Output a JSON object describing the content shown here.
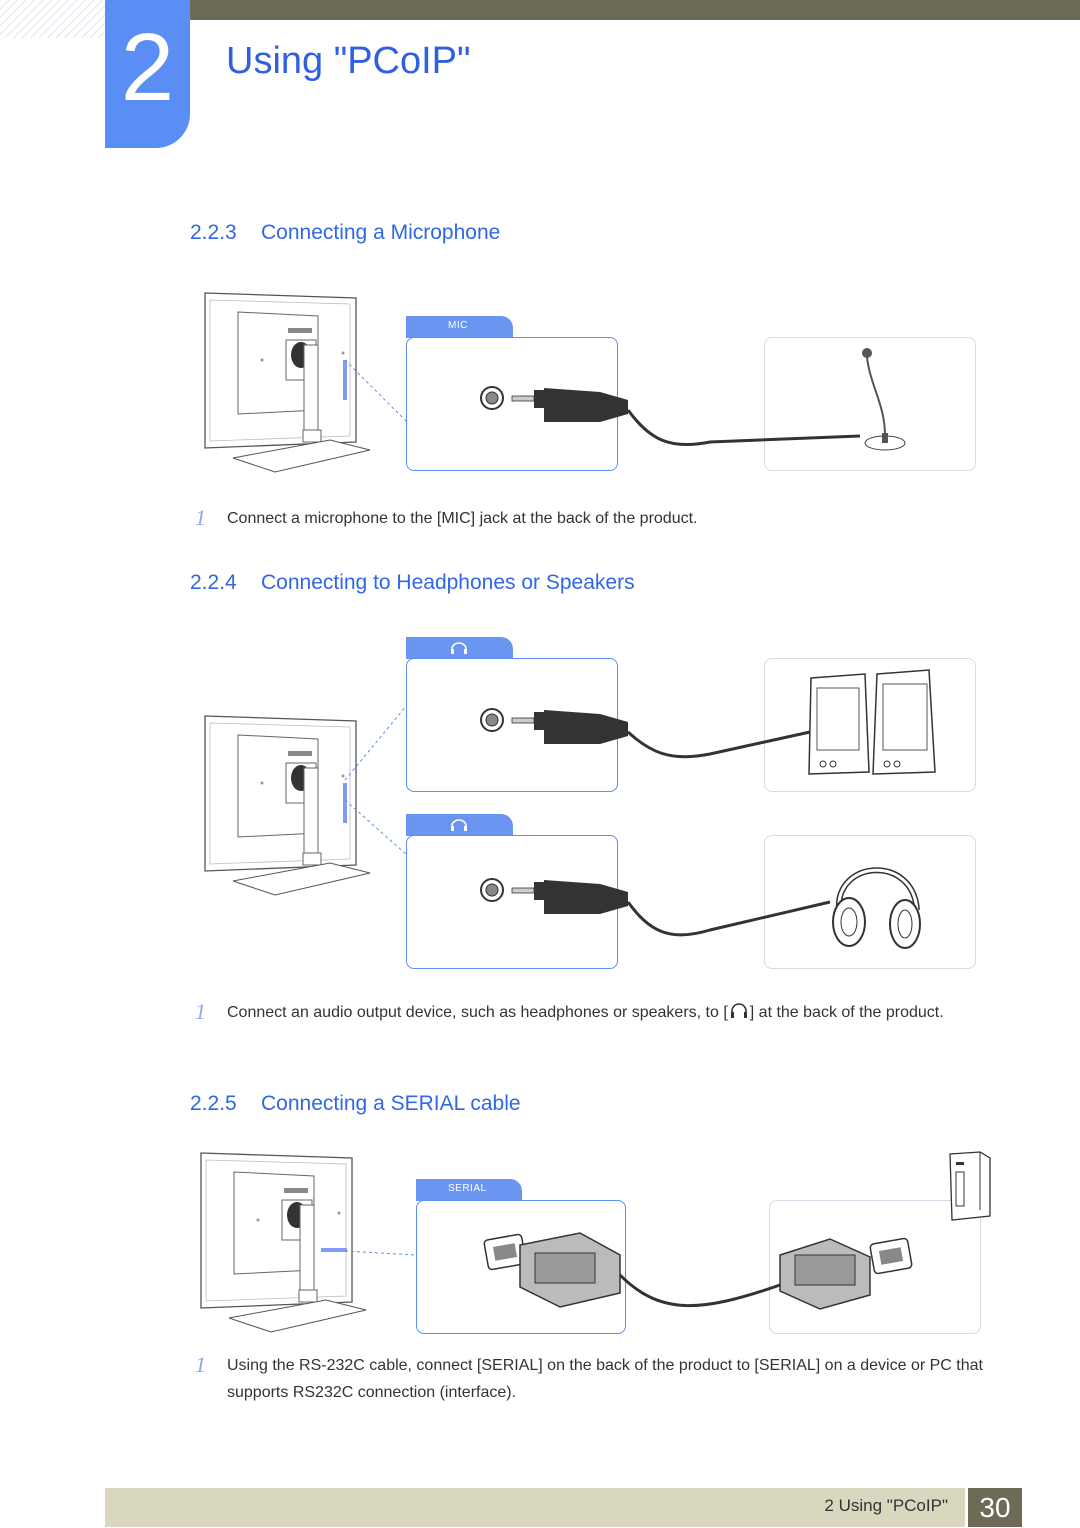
{
  "chapter": {
    "number": "2",
    "title": "Using \"PCoIP\""
  },
  "sections": [
    {
      "number": "2.2.3",
      "title": "Connecting a Microphone",
      "port_label": "MIC",
      "steps": [
        {
          "num": "1",
          "text": "Connect a microphone to the [MIC] jack at the back of the product."
        }
      ]
    },
    {
      "number": "2.2.4",
      "title": "Connecting to Headphones or Speakers",
      "steps": [
        {
          "num": "1",
          "text_before": "Connect an audio output device, such as headphones or speakers, to [",
          "text_after": "] at the back of the product."
        }
      ]
    },
    {
      "number": "2.2.5",
      "title": "Connecting a SERIAL cable",
      "port_label": "SERIAL",
      "steps": [
        {
          "num": "1",
          "text": "Using the RS-232C cable, connect [SERIAL] on the back of the product to [SERIAL] on a device or PC that supports RS232C connection (interface)."
        }
      ]
    }
  ],
  "footer": {
    "label": "2 Using \"PCoIP\"",
    "page": "30"
  },
  "colors": {
    "accent": "#3067e6",
    "bar": "#6d6b55",
    "footer_bg": "#d9d8bf"
  },
  "icons": [
    "headphone-port-icon",
    "monitor-back-illustration",
    "microphone-illustration",
    "speakers-illustration",
    "headphones-illustration",
    "pc-tower-illustration",
    "audio-jack-illustration",
    "serial-connector-illustration"
  ]
}
